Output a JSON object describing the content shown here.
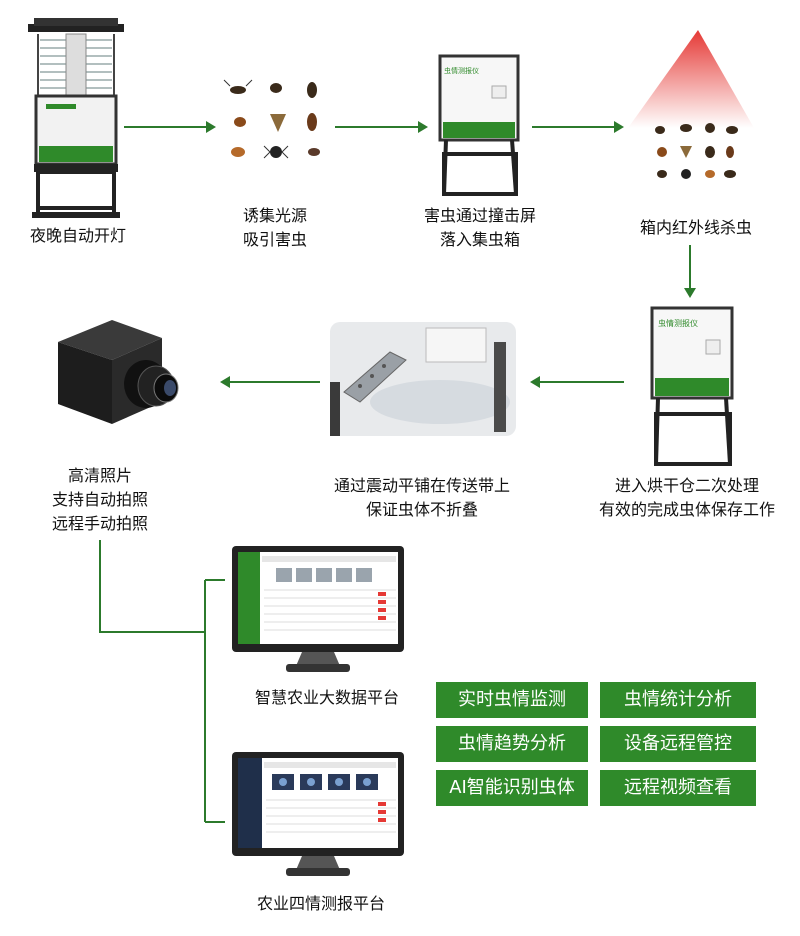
{
  "steps": [
    {
      "id": "night",
      "lines": [
        "夜晚自动开灯"
      ]
    },
    {
      "id": "lure",
      "lines": [
        "诱集光源",
        "吸引害虫"
      ]
    },
    {
      "id": "hit",
      "lines": [
        "害虫通过撞击屏",
        "落入集虫箱"
      ]
    },
    {
      "id": "ir",
      "lines": [
        "箱内红外线杀虫"
      ]
    },
    {
      "id": "dry",
      "lines": [
        "进入烘干仓二次处理",
        "有效的完成虫体保存工作"
      ]
    },
    {
      "id": "vibrate",
      "lines": [
        "通过震动平铺在传送带上",
        "保证虫体不折叠"
      ]
    },
    {
      "id": "photo",
      "lines": [
        "高清照片",
        "支持自动拍照",
        "远程手动拍照"
      ]
    }
  ],
  "platforms": [
    {
      "label": "智慧农业大数据平台"
    },
    {
      "label": "农业四情测报平台"
    }
  ],
  "device_label": "虫情测报仪",
  "features": [
    "实时虫情监测",
    "虫情统计分析",
    "虫情趋势分析",
    "设备远程管控",
    "AI智能识别虫体",
    "远程视频查看"
  ],
  "colors": {
    "accent": "#2f8a2a",
    "line": "#2c7a2c",
    "infrared": "#e53935"
  }
}
